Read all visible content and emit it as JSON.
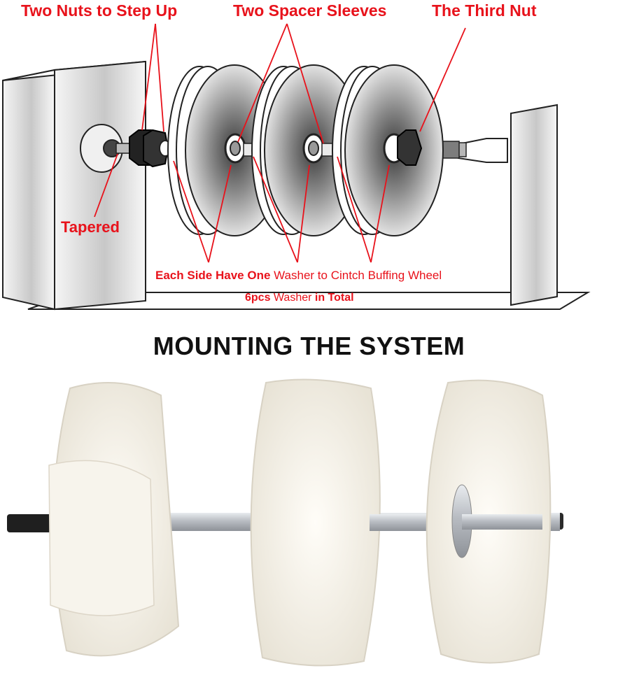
{
  "callouts": {
    "two_nuts": "Two Nuts to Step Up",
    "spacer_sleeves": "Two Spacer Sleeves",
    "third_nut": "The Third Nut",
    "tapered": "Tapered",
    "washers_line1_bold": "Each Side Have One",
    "washers_line1_rest": " Washer to Cintch Buffing Wheel",
    "washers_line2_bold1": "6pcs",
    "washers_line2_mid": " Washer ",
    "washers_line2_bold2": "in Total"
  },
  "headline": "MOUNTING THE SYSTEM",
  "colors": {
    "callout_red": "#e8121b",
    "headline": "#111111",
    "wheel_cloth": "#f4f1ea",
    "arbor_steel": "#c9ccd0"
  }
}
